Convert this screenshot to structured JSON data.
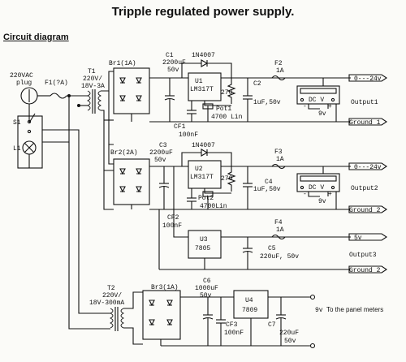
{
  "title": "Tripple regulated power supply.",
  "subtitle": "Circuit diagram",
  "mains": {
    "plug": [
      "220VAC",
      "plug"
    ],
    "fuse": "F1(?A)",
    "switch": "S1",
    "lamp": "L1"
  },
  "rail1": {
    "transformer": [
      "T1",
      "220V/",
      "18V-3A"
    ],
    "bridge": "Br1(1A)",
    "cap_in": [
      "C1",
      "2200uF",
      "50v"
    ],
    "diode": "1N4007",
    "regulator": [
      "U1",
      "LM317T"
    ],
    "resistor": "270",
    "pot": [
      "Pot1",
      "4700 Lin"
    ],
    "cap_adj": [
      "CF1",
      "100nF"
    ],
    "fuse": [
      "F2",
      "1A"
    ],
    "cap_out": [
      "C2",
      "1uF,50v"
    ],
    "output": "0---24v",
    "ground": "Ground 1",
    "meter": {
      "text": "DC V",
      "minus": "-",
      "plus": "+",
      "supply": "9v",
      "label": "Output1"
    }
  },
  "rail2": {
    "bridge": "Br2(2A)",
    "cap_in": [
      "C3",
      "2200uF",
      "50v"
    ],
    "diode": "1N4007",
    "regulator": [
      "U2",
      "LM317T"
    ],
    "resistor": "270",
    "pot": [
      "Pot2",
      "4700Lin"
    ],
    "cap_adj": [
      "CF2",
      "100nF"
    ],
    "fuse": [
      "F3",
      "1A"
    ],
    "cap_out": [
      "C4",
      "1uF,50v"
    ],
    "output": "0---24v",
    "ground": "Ground 2",
    "meter": {
      "text": "DC V",
      "minus": "-",
      "plus": "+",
      "supply": "9v",
      "label": "Output2"
    }
  },
  "rail3": {
    "regulator": [
      "U3",
      "7805"
    ],
    "fuse": [
      "F4",
      "1A"
    ],
    "cap_out": [
      "C5",
      "220uF, 50v"
    ],
    "output": "5v",
    "label": "Output3",
    "ground": "Ground 2"
  },
  "meter_supply": {
    "transformer": [
      "T2",
      "220V/",
      "18V-300mA"
    ],
    "bridge": "Br3(1A)",
    "cap_in": [
      "C6",
      "1000uF",
      "50v"
    ],
    "regulator": [
      "U4",
      "7809"
    ],
    "cap_f": [
      "CF3",
      "100nF"
    ],
    "cap_out": [
      "C7",
      "220uF",
      "50v"
    ],
    "output": "9v",
    "note": "To the panel meters"
  }
}
